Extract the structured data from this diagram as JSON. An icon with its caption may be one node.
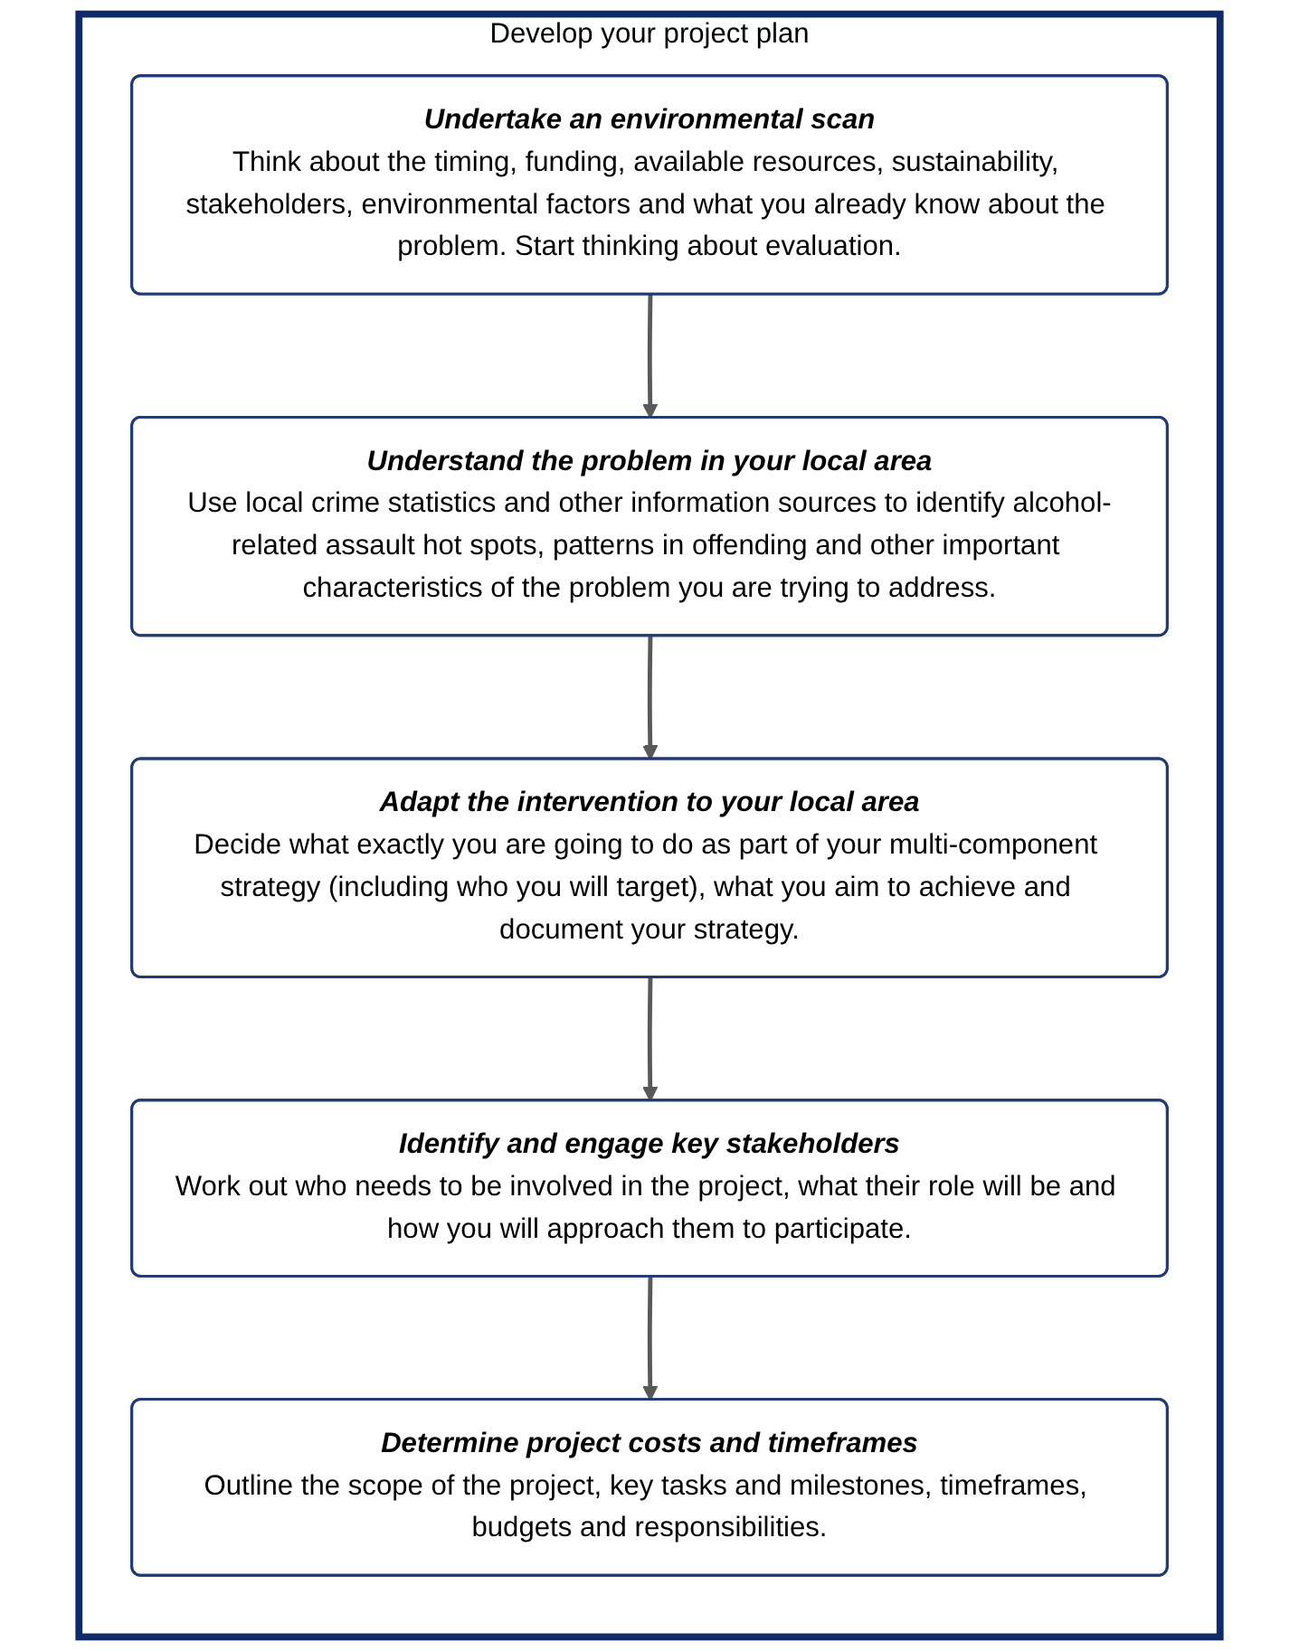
{
  "diagram": {
    "nodes": [
      {
        "text": [
          "Develop your project plan"
        ]
      },
      {
        "text": [
          "Undertake an environmental scan",
          "Think about the timing, funding, available resources, sustainability, stakeholders, environmental factors and what you already know about the problem. Start thinking about evaluation."
        ],
        "in": 0
      },
      {
        "text": [
          "Understand the problem in your local area",
          "Use local crime statistics and other information sources to identify alcohol-related assault hot spots, patterns in offending and other important characteristics of the problem you are trying to address."
        ],
        "in": 0
      },
      {
        "text": [
          "Adapt the intervention to your local area",
          "Decide what exactly you are going to do as part of your multi-component strategy (including who you will target), what you aim to achieve and document your strategy."
        ],
        "in": 0
      },
      {
        "text": [
          "Identify and engage key stakeholders",
          "Work out who needs to be involved in the project, what their role will be and how you will approach them to participate."
        ],
        "in": 0
      },
      {
        "text": [
          "Determine project costs and timeframes",
          "Outline the scope of the project, key tasks and milestones, timeframes, budgets and responsibilities."
        ],
        "in": 0
      }
    ],
    "edges": [
      {
        "from": 1,
        "to": 2,
        "arrow": "to"
      },
      {
        "from": 2,
        "to": 3,
        "arrow": "to"
      },
      {
        "from": 3,
        "to": 4,
        "arrow": "to"
      },
      {
        "from": 4,
        "to": 5,
        "arrow": "to"
      }
    ]
  }
}
